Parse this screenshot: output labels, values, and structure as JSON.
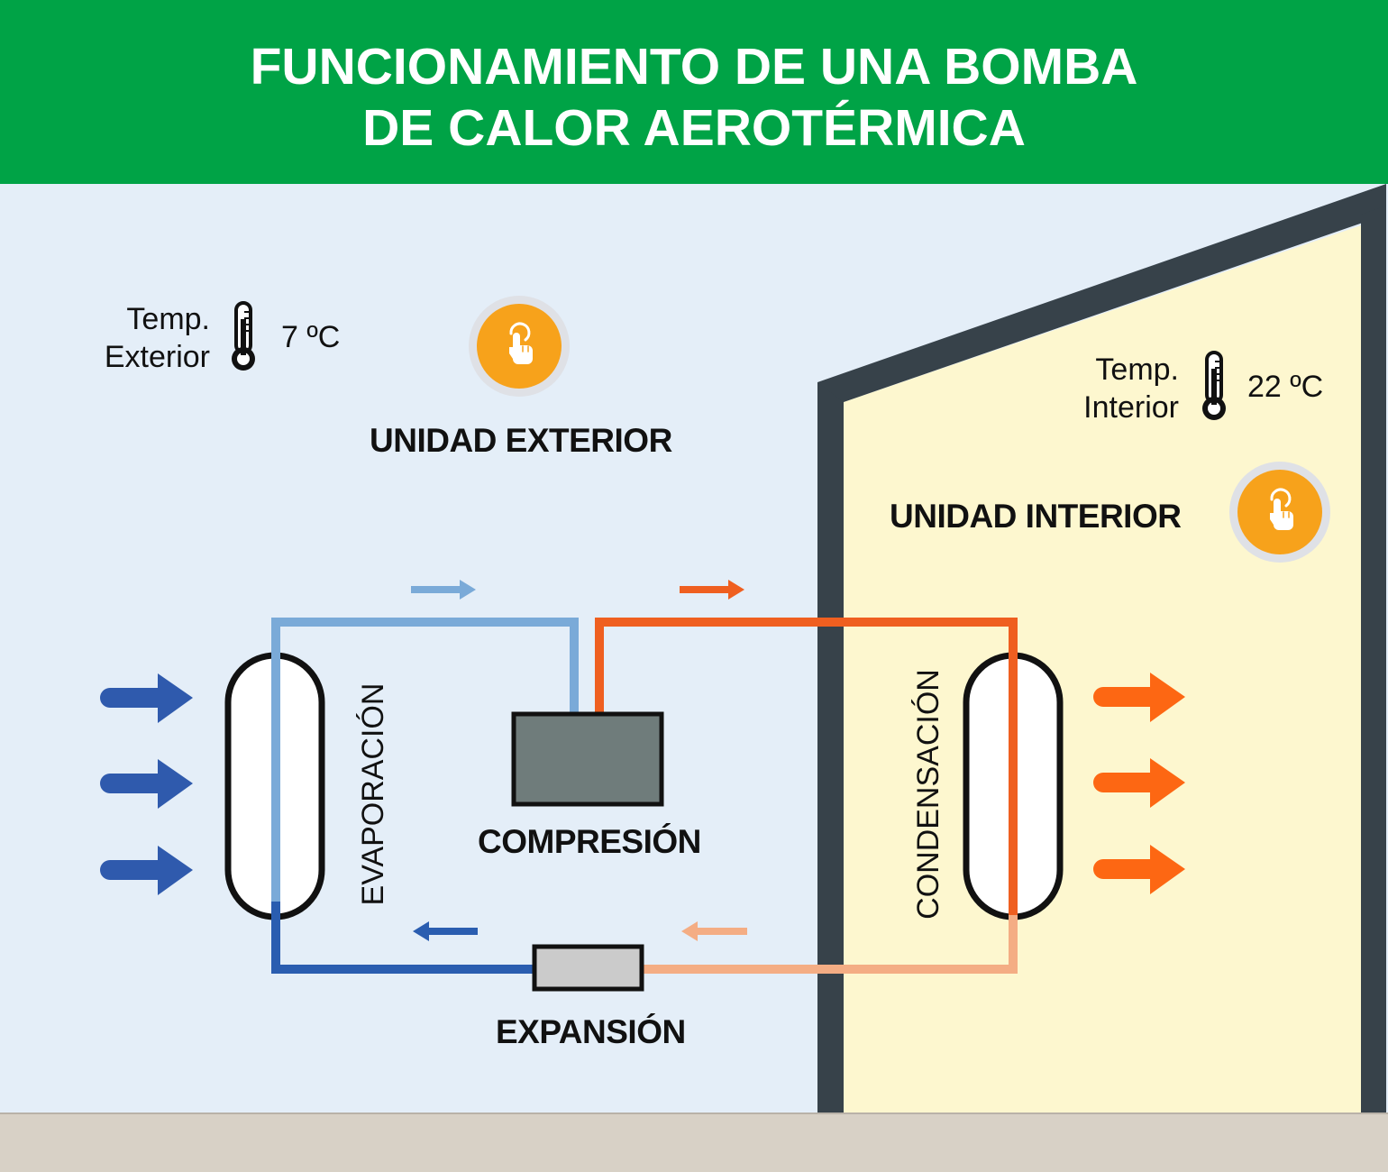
{
  "title": {
    "line1": "FUNCIONAMIENTO DE UNA BOMBA",
    "line2": "DE CALOR AEROTÉRMICA"
  },
  "exterior": {
    "temp_label_line1": "Temp.",
    "temp_label_line2": "Exterior",
    "temp_value": "7 ºC",
    "unit_label": "UNIDAD EXTERIOR"
  },
  "interior": {
    "temp_label_line1": "Temp.",
    "temp_label_line2": "Interior",
    "temp_value": "22 ºC",
    "unit_label": "UNIDAD INTERIOR"
  },
  "stages": {
    "evaporation": "EVAPORACIÓN",
    "compression": "COMPRESIÓN",
    "condensation": "CONDENSACIÓN",
    "expansion": "EXPANSIÓN"
  },
  "icons": {
    "thermometer": "thermometer-icon",
    "touch": "tap-hand-icon"
  },
  "colors": {
    "header": "#00a346",
    "outside_bg": "#e4eef8",
    "inside_bg": "#fdf7cf",
    "wall": "#37424a",
    "ground": "#d8d1c6",
    "cold_light": "#7aaad8",
    "cold_dark": "#2a5db0",
    "hot": "#ef5f20",
    "hot_light": "#f4ad84",
    "compressor": "#6f7c7b",
    "expansion_valve": "#cbcbcb",
    "accent": "#f7a21b"
  }
}
